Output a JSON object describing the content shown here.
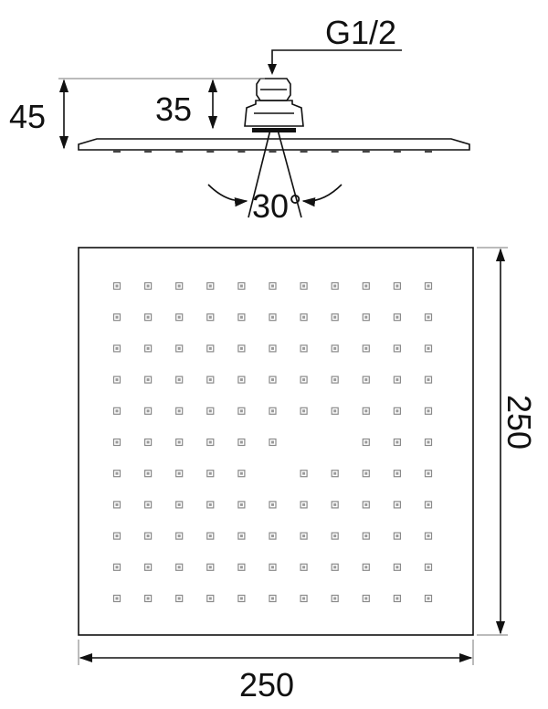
{
  "labels": {
    "thread": "G1/2",
    "height_total": "45",
    "height_connector": "35",
    "angle": "30°",
    "width_bottom": "250",
    "height_right": "250"
  },
  "nozzles": {
    "rows": 11,
    "cols": 11,
    "missing": [
      [
        5,
        6
      ],
      [
        5,
        7
      ],
      [
        6,
        5
      ]
    ]
  },
  "colors": {
    "line": "#111111",
    "nozzle": "#8a8a8a"
  }
}
